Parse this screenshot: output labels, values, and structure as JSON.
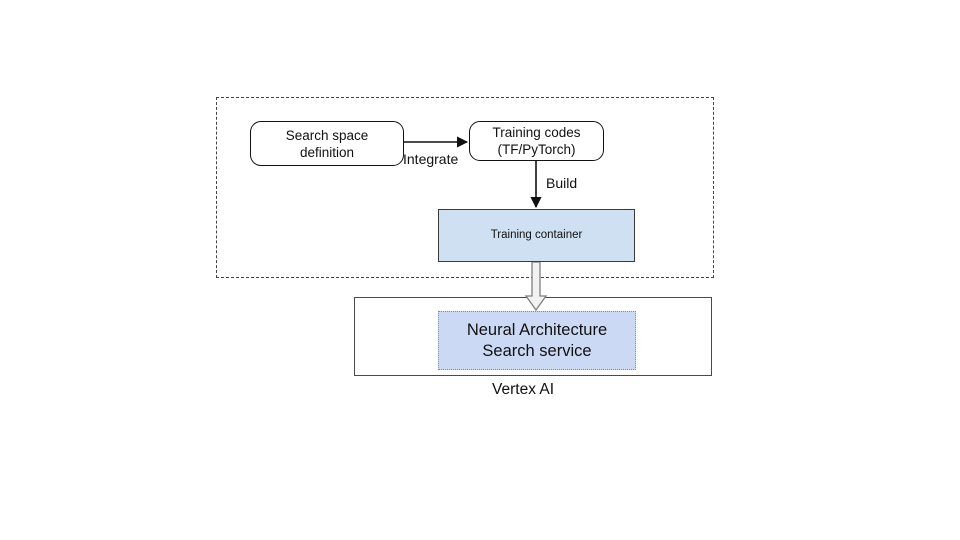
{
  "diagram": {
    "title_label": "Vertex AI",
    "grouping_region": {
      "name": "user-provided-components",
      "border_style": "dashed"
    },
    "nodes": {
      "search_space": {
        "label": "Search space\ndefinition",
        "shape": "rounded-rectangle",
        "fill": "#ffffff",
        "stroke": "#111111"
      },
      "training_codes": {
        "label": "Training codes\n(TF/PyTorch)",
        "shape": "rounded-rectangle",
        "fill": "#ffffff",
        "stroke": "#111111"
      },
      "training_container": {
        "label": "Training container",
        "shape": "rectangle",
        "fill": "#cfe0f3",
        "stroke": "#3a3a3a"
      },
      "nas_service": {
        "label": "Neural Architecture\nSearch service",
        "shape": "rectangle",
        "fill": "#ccd9f5",
        "stroke": "#8a8a8a",
        "border_style": "dotted"
      },
      "vertex_ai": {
        "label": "Vertex AI",
        "shape": "rectangle",
        "fill": "#ffffff",
        "stroke": "#4a4a4a"
      }
    },
    "edges": [
      {
        "name": "search-space-to-training-codes",
        "label": "Integrate",
        "from": "search_space",
        "to": "training_codes",
        "style": "thin-solid-arrow",
        "direction": "right"
      },
      {
        "name": "training-codes-to-training-container",
        "label": "Build",
        "from": "training_codes",
        "to": "training_container",
        "style": "thin-solid-arrow",
        "direction": "down"
      },
      {
        "name": "training-container-to-nas-service",
        "label": "",
        "from": "training_container",
        "to": "nas_service",
        "style": "hollow-block-arrow",
        "direction": "down"
      }
    ],
    "colors": {
      "training_container_fill": "#cfe0f3",
      "nas_fill": "#ccd9f5",
      "text": "#111111",
      "hollow_arrow_stroke": "#808080",
      "hollow_arrow_fill": "#f2f2f2"
    }
  }
}
